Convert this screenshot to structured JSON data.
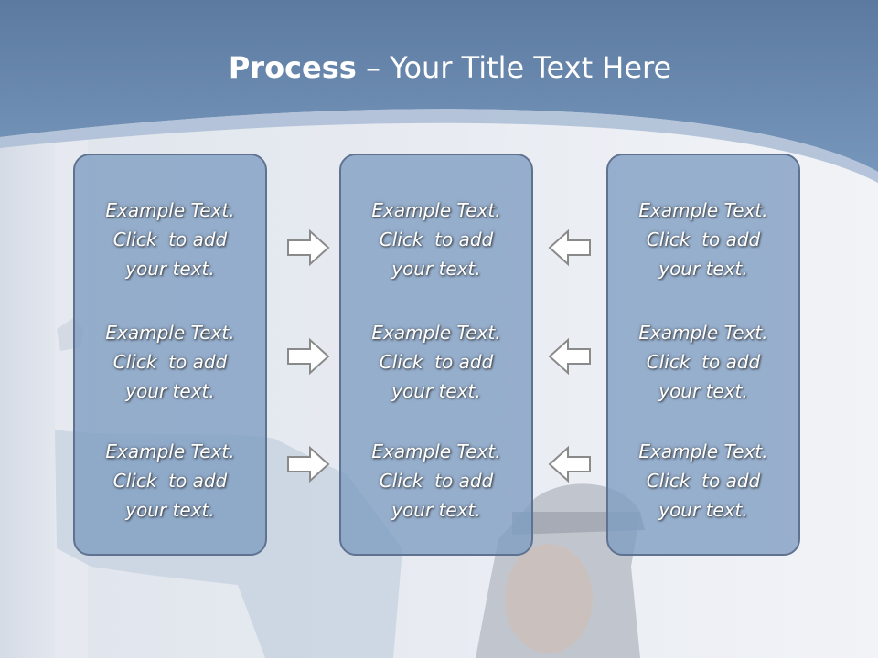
{
  "slide": {
    "title_bold": "Process",
    "title_rest": " – Your Title Text Here",
    "columns": [
      {
        "items": [
          {
            "lines": [
              "Example Text.",
              "Click  to add",
              "your text."
            ]
          },
          {
            "lines": [
              "Example Text.",
              "Click  to add",
              "your text."
            ]
          },
          {
            "lines": [
              "Example Text.",
              "Click  to add",
              "your text."
            ]
          }
        ]
      },
      {
        "items": [
          {
            "lines": [
              "Example Text.",
              "Click  to add",
              "your text."
            ]
          },
          {
            "lines": [
              "Example Text.",
              "Click  to add",
              "your text."
            ]
          },
          {
            "lines": [
              "Example Text.",
              "Click  to add",
              "your text."
            ]
          }
        ]
      },
      {
        "items": [
          {
            "lines": [
              "Example Text.",
              "Click  to add",
              "your text."
            ]
          },
          {
            "lines": [
              "Example Text.",
              "Click  to add",
              "your text."
            ]
          },
          {
            "lines": [
              "Example Text.",
              "Click  to add",
              "your text."
            ]
          }
        ]
      }
    ],
    "arrows": {
      "left_group": [
        "right-arrow-icon",
        "right-arrow-icon",
        "right-arrow-icon"
      ],
      "right_group": [
        "left-arrow-icon",
        "left-arrow-icon",
        "left-arrow-icon"
      ]
    },
    "colors": {
      "header_blue": "#6f8fb5",
      "box_fill": "#7e9cc2",
      "box_border": "#5f7391",
      "arrow_stroke": "#8a8a8a"
    }
  }
}
